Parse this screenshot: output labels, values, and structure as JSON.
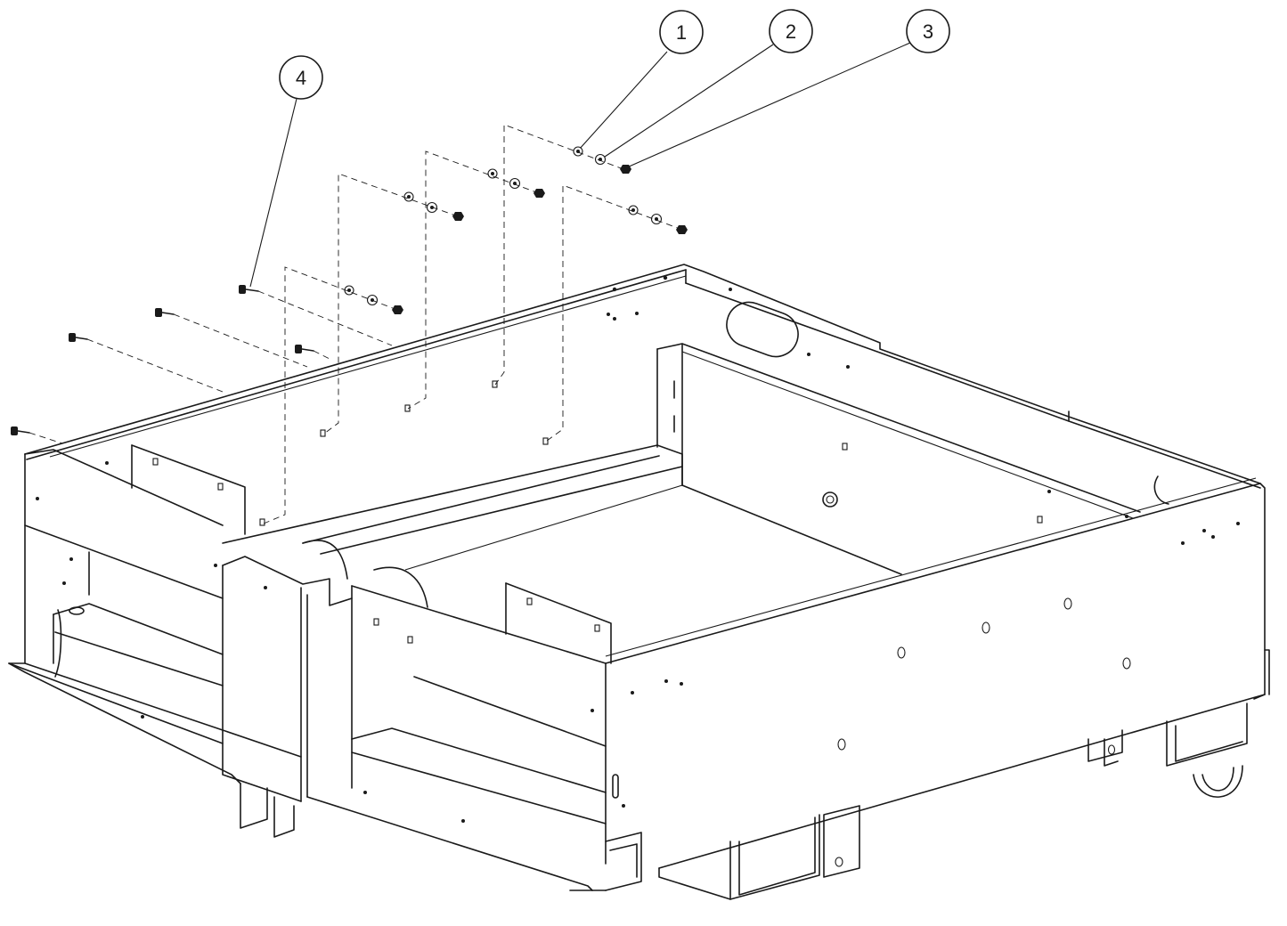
{
  "diagram": {
    "callouts": [
      {
        "label": "1"
      },
      {
        "label": "2"
      },
      {
        "label": "3"
      },
      {
        "label": "4"
      }
    ],
    "colors": {
      "line": "#1a1a1a",
      "background": "#ffffff"
    }
  }
}
